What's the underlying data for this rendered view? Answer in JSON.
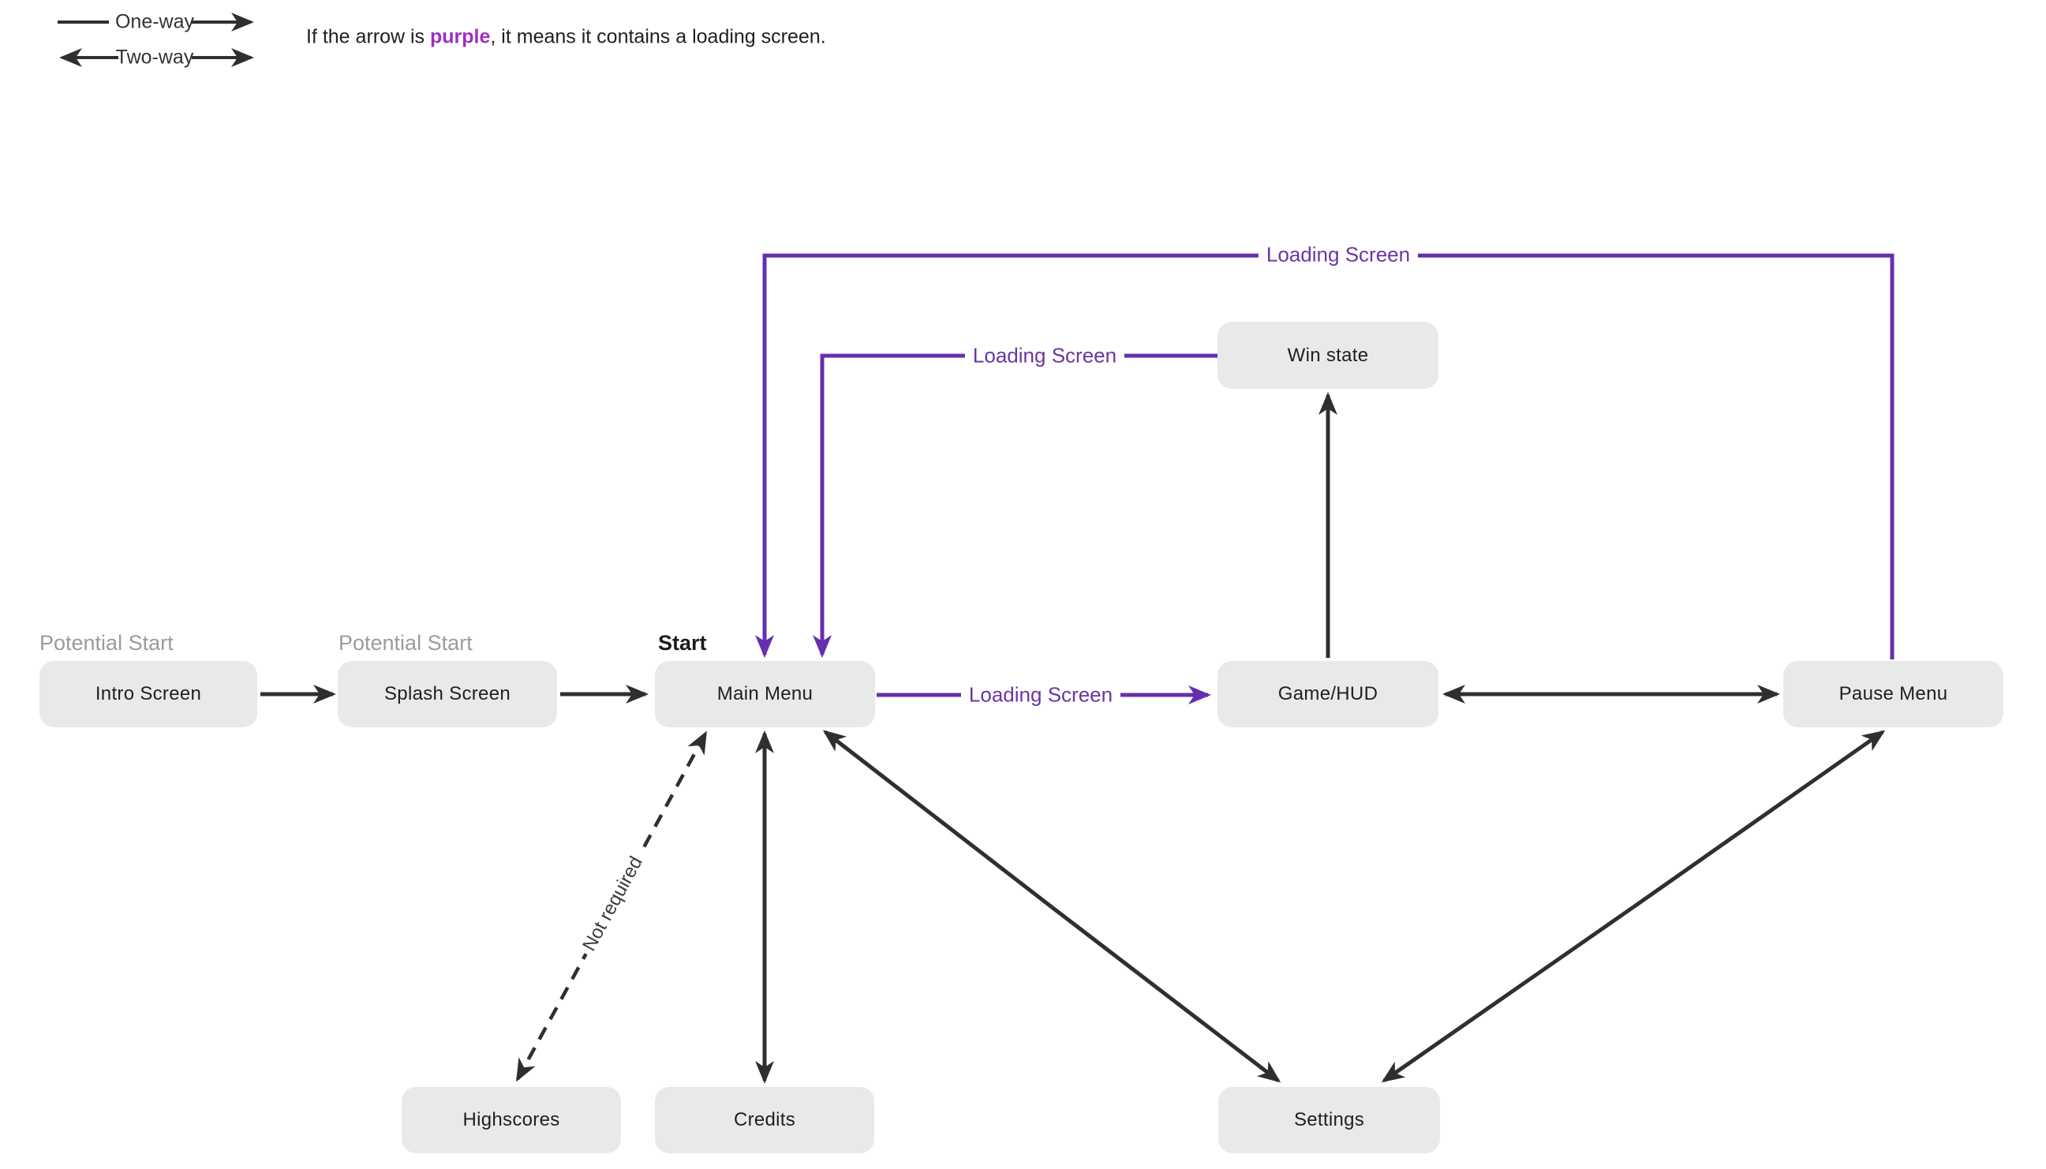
{
  "legend": {
    "one_way_label": "One-way",
    "two_way_label": "Two-way"
  },
  "note": {
    "prefix": "If the arrow is ",
    "keyword": "purple",
    "suffix": ", it means it contains a loading screen."
  },
  "annotations": {
    "potential_start_intro": "Potential Start",
    "potential_start_splash": "Potential Start",
    "start": "Start"
  },
  "nodes": [
    {
      "id": "intro-screen",
      "label": "Intro Screen"
    },
    {
      "id": "splash-screen",
      "label": "Splash Screen"
    },
    {
      "id": "main-menu",
      "label": "Main Menu"
    },
    {
      "id": "win-state",
      "label": "Win state"
    },
    {
      "id": "game-hud",
      "label": "Game/HUD"
    },
    {
      "id": "pause-menu",
      "label": "Pause Menu"
    },
    {
      "id": "highscores",
      "label": "Highscores"
    },
    {
      "id": "credits",
      "label": "Credits"
    },
    {
      "id": "settings",
      "label": "Settings"
    }
  ],
  "edge_labels": {
    "loading_screen": "Loading Screen",
    "not_required": "Not required"
  },
  "colors": {
    "purple_line": "#662fae",
    "purple_text": "#6b35a4",
    "purple_keyword": "#9d2fc4",
    "black_line": "#2f2f2f",
    "box_fill": "#e9e9e9",
    "box_text": "#1f1f1f",
    "muted_label": "#9b9b9b"
  }
}
